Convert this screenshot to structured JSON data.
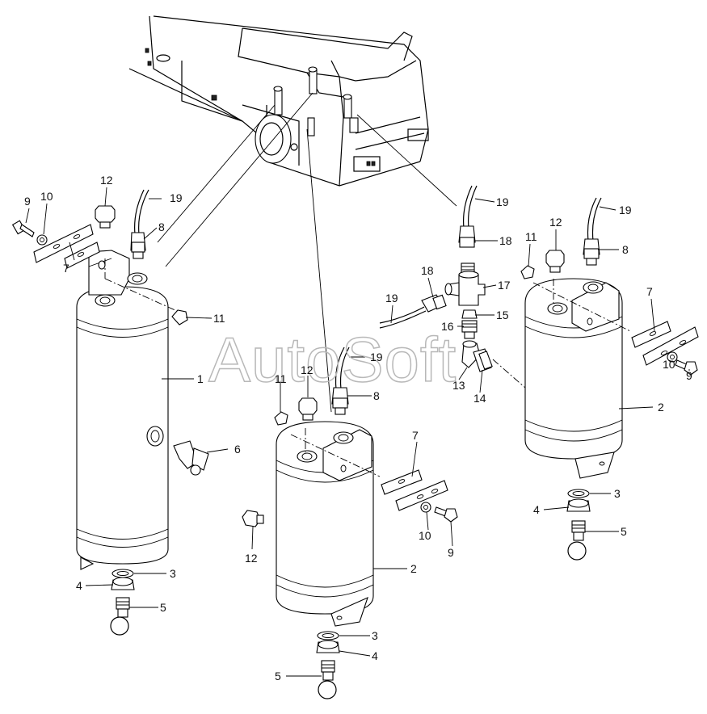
{
  "watermark": "AutoSoft",
  "labels": {
    "tank1": {
      "n9": "9",
      "n10": "10",
      "n12": "12",
      "n19": "19",
      "n8": "8",
      "n7": "7",
      "n11": "11",
      "n1": "1",
      "n6": "6",
      "n3": "3",
      "n4": "4",
      "n5": "5"
    },
    "tank_mid": {
      "n11": "11",
      "n12": "12",
      "n19": "19",
      "n8": "8",
      "n7": "7",
      "n12b": "12",
      "n10": "10",
      "n9": "9",
      "n2": "2",
      "n3": "3",
      "n4": "4",
      "n5": "5"
    },
    "fitting": {
      "n19a": "19",
      "n18a": "18",
      "n17": "17",
      "n18b": "18",
      "n19b": "19",
      "n15": "15",
      "n16": "16",
      "n13": "13",
      "n14": "14"
    },
    "tank_right": {
      "n11": "11",
      "n12": "12",
      "n19": "19",
      "n8": "8",
      "n7": "7",
      "n10": "10",
      "n9": "9",
      "n2": "2",
      "n3": "3",
      "n4": "4",
      "n5": "5"
    }
  }
}
